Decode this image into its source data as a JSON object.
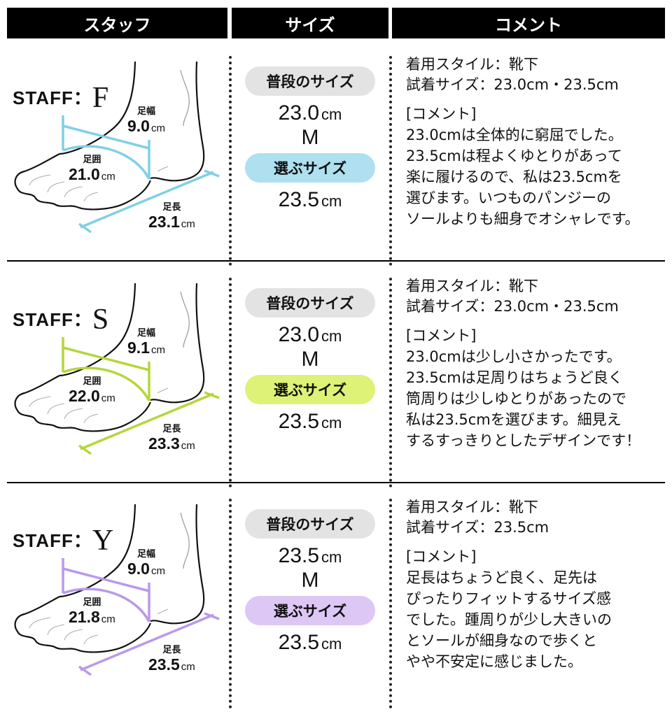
{
  "header": {
    "col_staff": "スタッフ",
    "col_size": "サイズ",
    "col_comment": "コメント"
  },
  "labels": {
    "staff_prefix": "STAFF：",
    "width_label": "足幅",
    "girth_label": "足囲",
    "length_label": "足長",
    "unit": "cm",
    "usual_size_pill": "普段のサイズ",
    "chosen_size_pill": "選ぶサイズ",
    "style_line_prefix": "着用スタイル：",
    "tried_line_prefix": "試着サイズ：",
    "comment_title": "[コメント]"
  },
  "staff": [
    {
      "initial": "F",
      "accent_color": "#7fd0e6",
      "pill_color": "#aee0ef",
      "foot_width": "9.0",
      "foot_girth": "21.0",
      "foot_length": "23.1",
      "usual_size": "23.0",
      "usual_letter": "M",
      "chosen_size": "23.5",
      "style": "着用スタイル：靴下",
      "tried": "試着サイズ：23.0cm・23.5cm",
      "comment_title": "[コメント]",
      "comment_lines": [
        "23.0cmは全体的に窮屈でした。",
        "23.5cmは程よくゆとりがあって",
        "楽に履けるので、私は23.5cmを",
        "選びます。いつものパンジーの",
        "ソールよりも細身でオシャレです。"
      ]
    },
    {
      "initial": "S",
      "accent_color": "#b5d63a",
      "pill_color": "#def277",
      "foot_width": "9.1",
      "foot_girth": "22.0",
      "foot_length": "23.3",
      "usual_size": "23.0",
      "usual_letter": "M",
      "chosen_size": "23.5",
      "style": "着用スタイル：靴下",
      "tried": "試着サイズ：23.0cm・23.5cm",
      "comment_title": "[コメント]",
      "comment_lines": [
        "23.0cmは少し小さかったです。",
        "23.5cmは足周りはちょうど良く",
        "筒周りは少しゆとりがあったので",
        "私は23.5cmを選びます。細見え",
        "するすっきりとしたデザインです！"
      ]
    },
    {
      "initial": "Y",
      "accent_color": "#b999ea",
      "pill_color": "#dcc7f5",
      "foot_width": "9.0",
      "foot_girth": "21.8",
      "foot_length": "23.5",
      "usual_size": "23.5",
      "usual_letter": "M",
      "chosen_size": "23.5",
      "style": "着用スタイル：靴下",
      "tried": "試着サイズ：23.5cm",
      "comment_title": "[コメント]",
      "comment_lines": [
        "足長はちょうど良く、足先は",
        "ぴったりフィットするサイズ感",
        "でした。踵周りが少し大きいの",
        "とソールが細身なので歩くと",
        "やや不安定に感じました。"
      ]
    }
  ]
}
